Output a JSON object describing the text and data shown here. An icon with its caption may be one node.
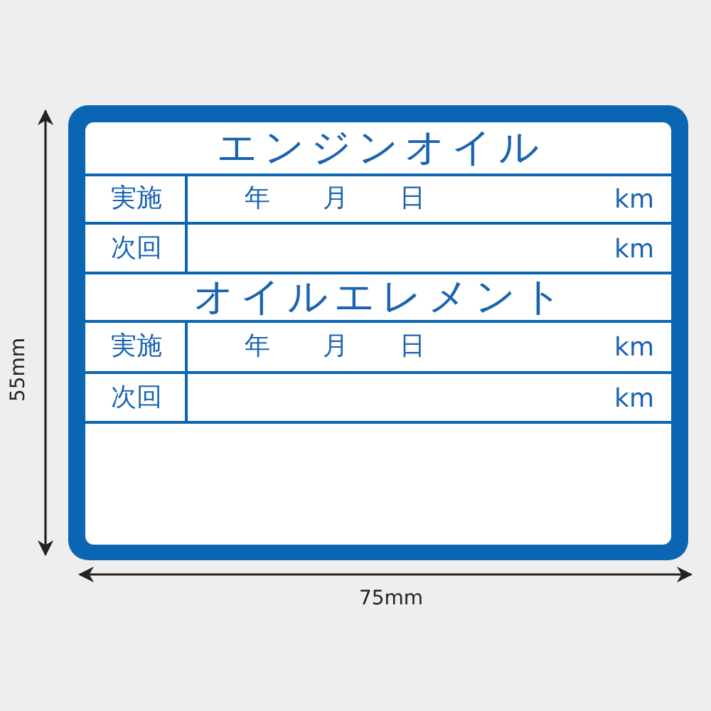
{
  "diagram": {
    "labels": [
      "エンジンオイル",
      "実施",
      "年",
      "月",
      "日",
      "km",
      "次回",
      "km",
      "オイルエレメント",
      "実施",
      "年",
      "月",
      "日",
      "km",
      "次回",
      "km",
      "55mm",
      "75mm"
    ]
  }
}
